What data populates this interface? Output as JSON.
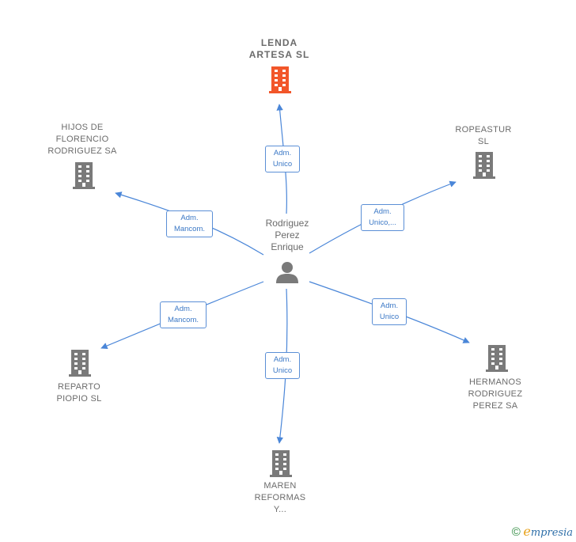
{
  "center": {
    "name": "Rodriguez\nPerez\nEnrique",
    "icon": "person-icon"
  },
  "companies": [
    {
      "id": "lenda",
      "name": "LENDA\nARTESA  SL",
      "highlight": true,
      "icon": "building-icon"
    },
    {
      "id": "hijos",
      "name": "HIJOS DE\nFLORENCIO\nRODRIGUEZ SA",
      "highlight": false,
      "icon": "building-icon"
    },
    {
      "id": "ropeastur",
      "name": "ROPEASTUR\nSL",
      "highlight": false,
      "icon": "building-icon"
    },
    {
      "id": "reparto",
      "name": "REPARTO\nPIOPIO SL",
      "highlight": false,
      "icon": "building-icon"
    },
    {
      "id": "hermanos",
      "name": "HERMANOS\nRODRIGUEZ\nPEREZ SA",
      "highlight": false,
      "icon": "building-icon"
    },
    {
      "id": "maren",
      "name": "MAREN\nREFORMAS\nY...",
      "highlight": false,
      "icon": "building-icon"
    }
  ],
  "relations": [
    {
      "to": "lenda",
      "label": "Adm.\nUnico"
    },
    {
      "to": "hijos",
      "label": "Adm.\nMancom."
    },
    {
      "to": "ropeastur",
      "label": "Adm.\nUnico,..."
    },
    {
      "to": "reparto",
      "label": "Adm.\nMancom."
    },
    {
      "to": "hermanos",
      "label": "Adm.\nUnico"
    },
    {
      "to": "maren",
      "label": "Adm.\nUnico"
    }
  ],
  "colors": {
    "highlight": "#f2562a",
    "building": "#7a7a7a",
    "edge": "#4a86d8",
    "person": "#7a7a7a"
  },
  "footer": {
    "copyright": "©",
    "brand_initial": "e",
    "brand_rest": "mpresia"
  }
}
